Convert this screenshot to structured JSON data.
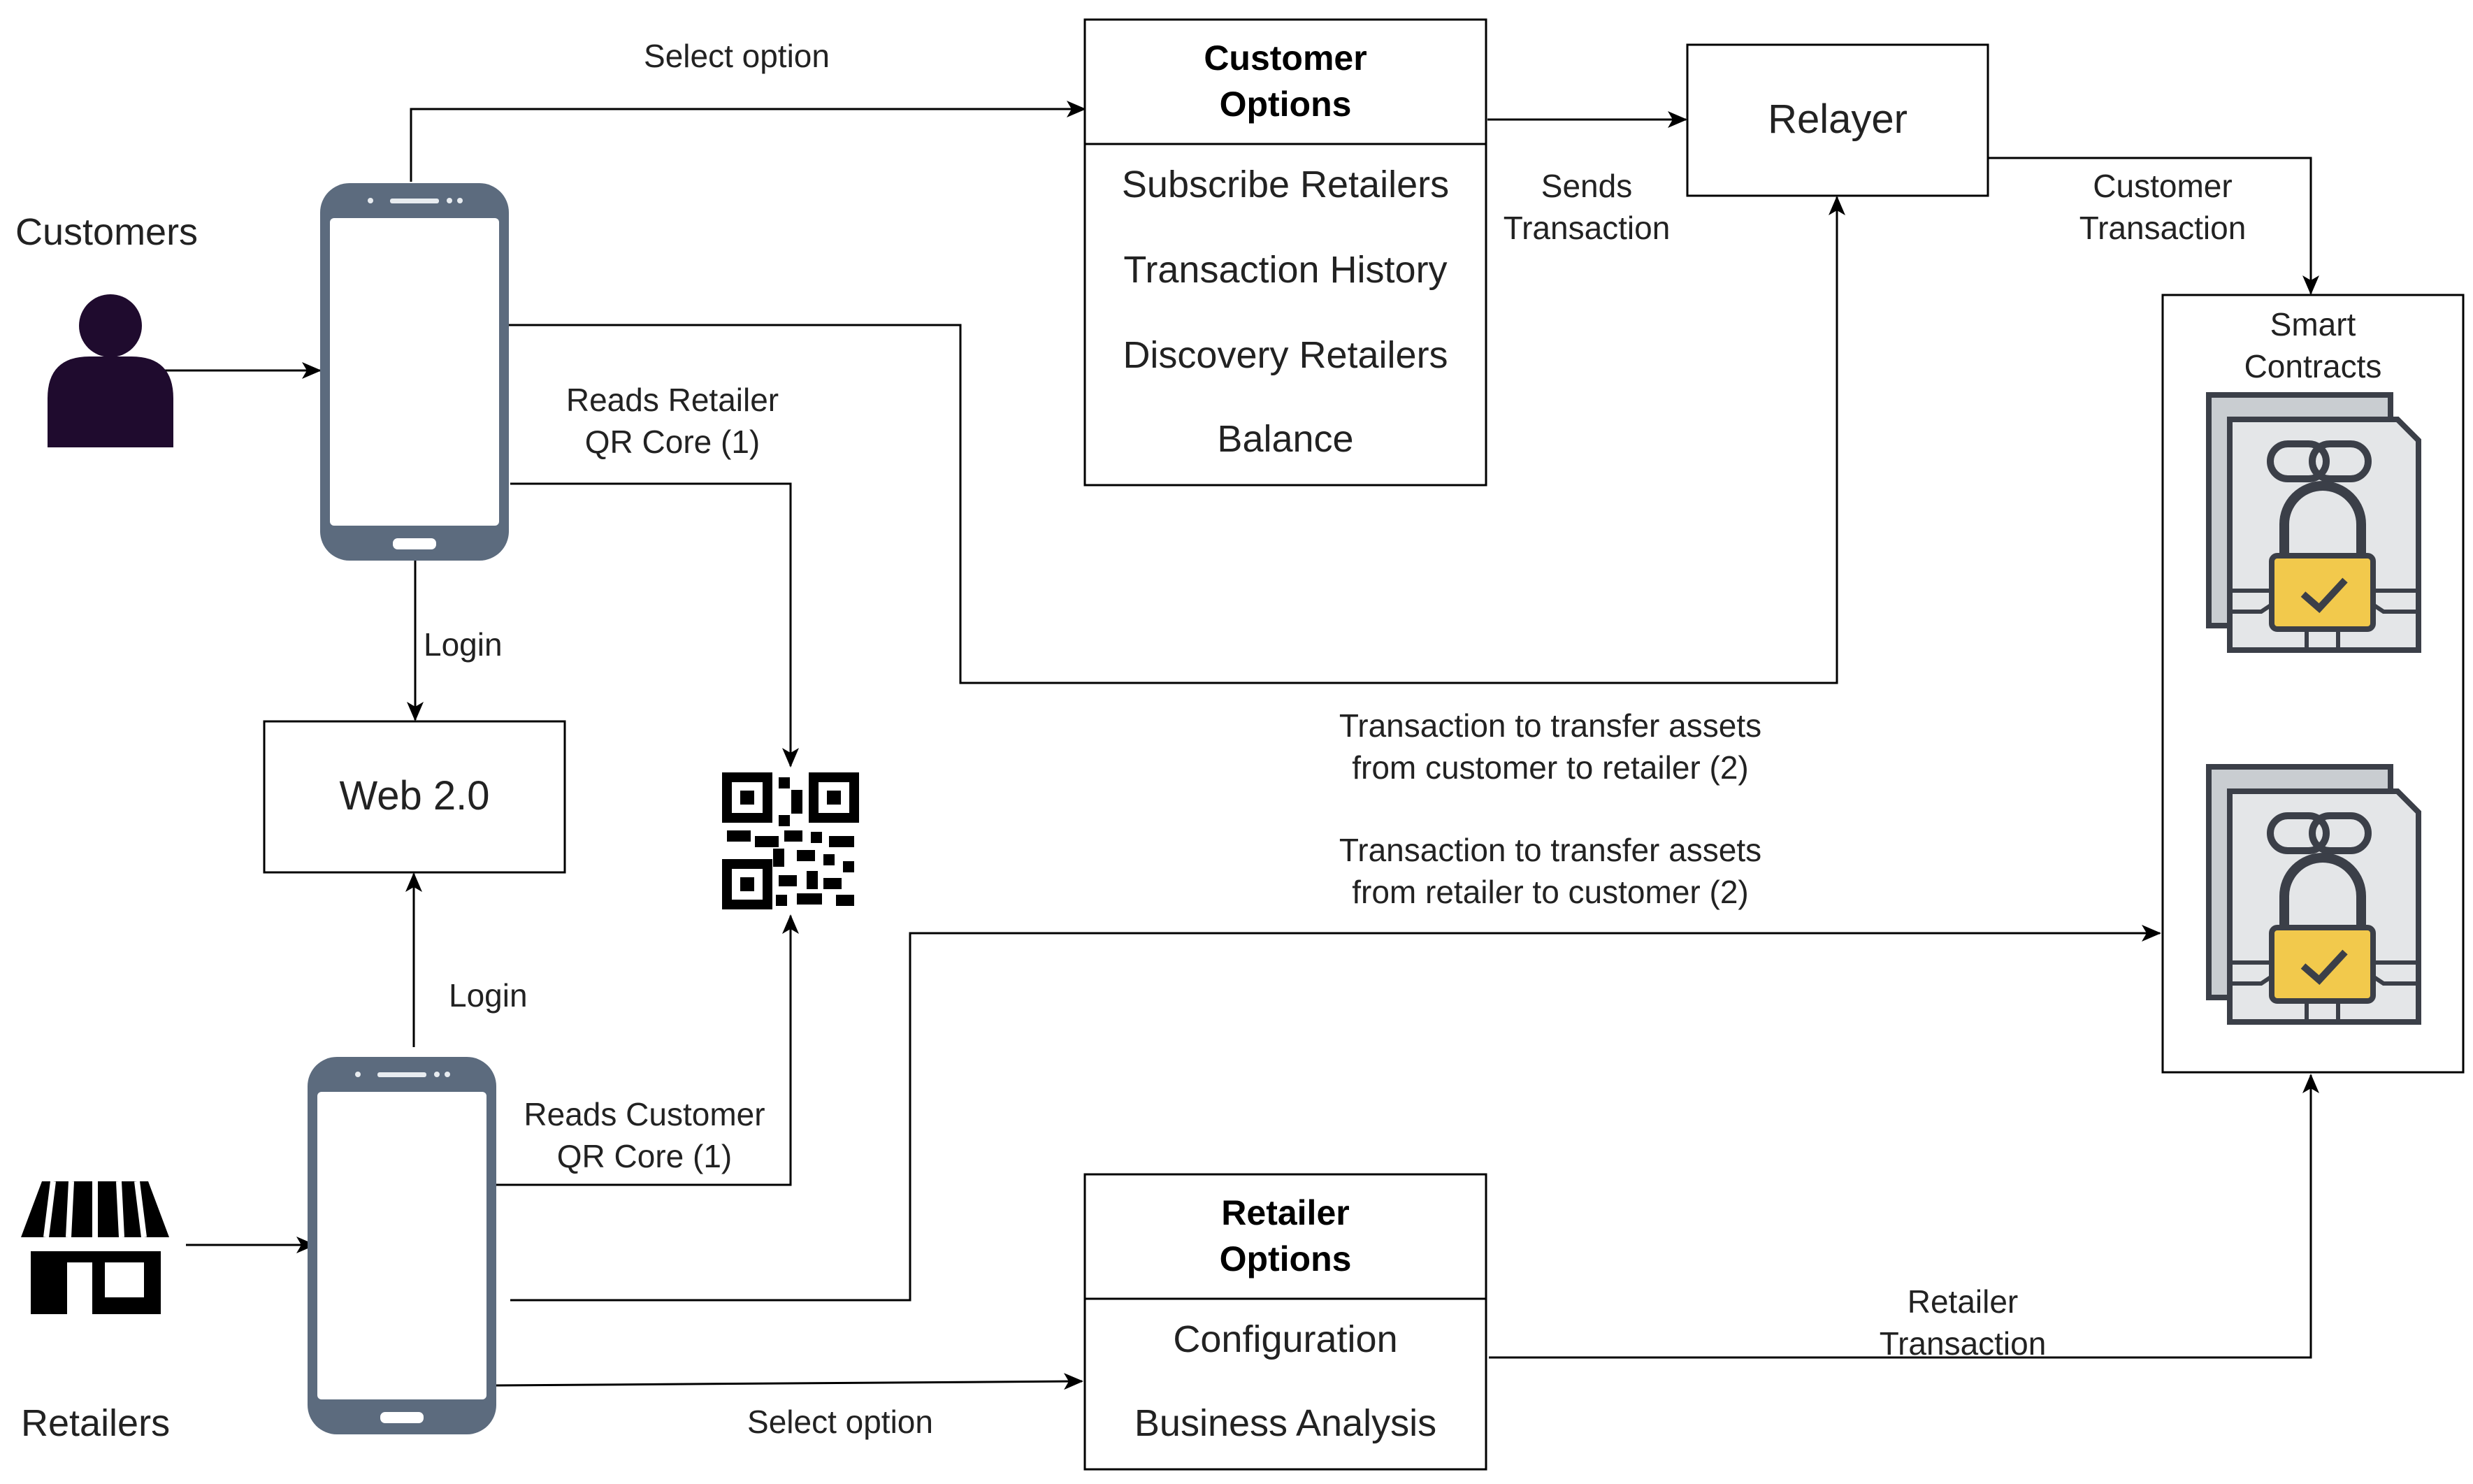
{
  "actors": {
    "customers": "Customers",
    "retailers": "Retailers"
  },
  "boxes": {
    "customer_options": {
      "title_line1": "Customer",
      "title_line2": "Options",
      "items": [
        "Subscribe Retailers",
        "Transaction History",
        "Discovery Retailers",
        "Balance"
      ]
    },
    "retailer_options": {
      "title_line1": "Retailer",
      "title_line2": "Options",
      "items": [
        "Configuration",
        "Business Analysis"
      ]
    },
    "relayer": "Relayer",
    "web": "Web 2.0",
    "smart_contracts": {
      "line1": "Smart",
      "line2": "Contracts"
    }
  },
  "edges": {
    "select_option_customer": "Select option",
    "select_option_retailer": "Select option",
    "sends_transaction": [
      "Sends",
      "Transaction"
    ],
    "customer_transaction": [
      "Customer",
      "Transaction"
    ],
    "retailer_transaction": [
      "Retailer",
      "Transaction"
    ],
    "login_customer": "Login",
    "login_retailer": "Login",
    "reads_retailer_qr": [
      "Reads Retailer",
      "QR Core (1)"
    ],
    "reads_customer_qr": [
      "Reads Customer",
      "QR Core (1)"
    ],
    "transfer_c2r": [
      "Transaction to transfer assets",
      "from customer to retailer (2)"
    ],
    "transfer_r2c": [
      "Transaction to transfer assets",
      "from retailer to customer (2)"
    ]
  },
  "icons": {
    "customer_phone": "smartphone-icon",
    "retailer_phone": "smartphone-icon",
    "customer_person": "person-icon",
    "retailer_store": "storefront-icon",
    "qr": "qr-code-icon",
    "contract": "smart-contract-icon"
  },
  "colors": {
    "phone_body": "#5c6b7e",
    "phone_screen": "#ffffff",
    "person": "#1f0b2e",
    "contract_paper": "#e4e6e8",
    "contract_outline": "#3b3f48",
    "lock_yellow": "#f2c94c"
  }
}
